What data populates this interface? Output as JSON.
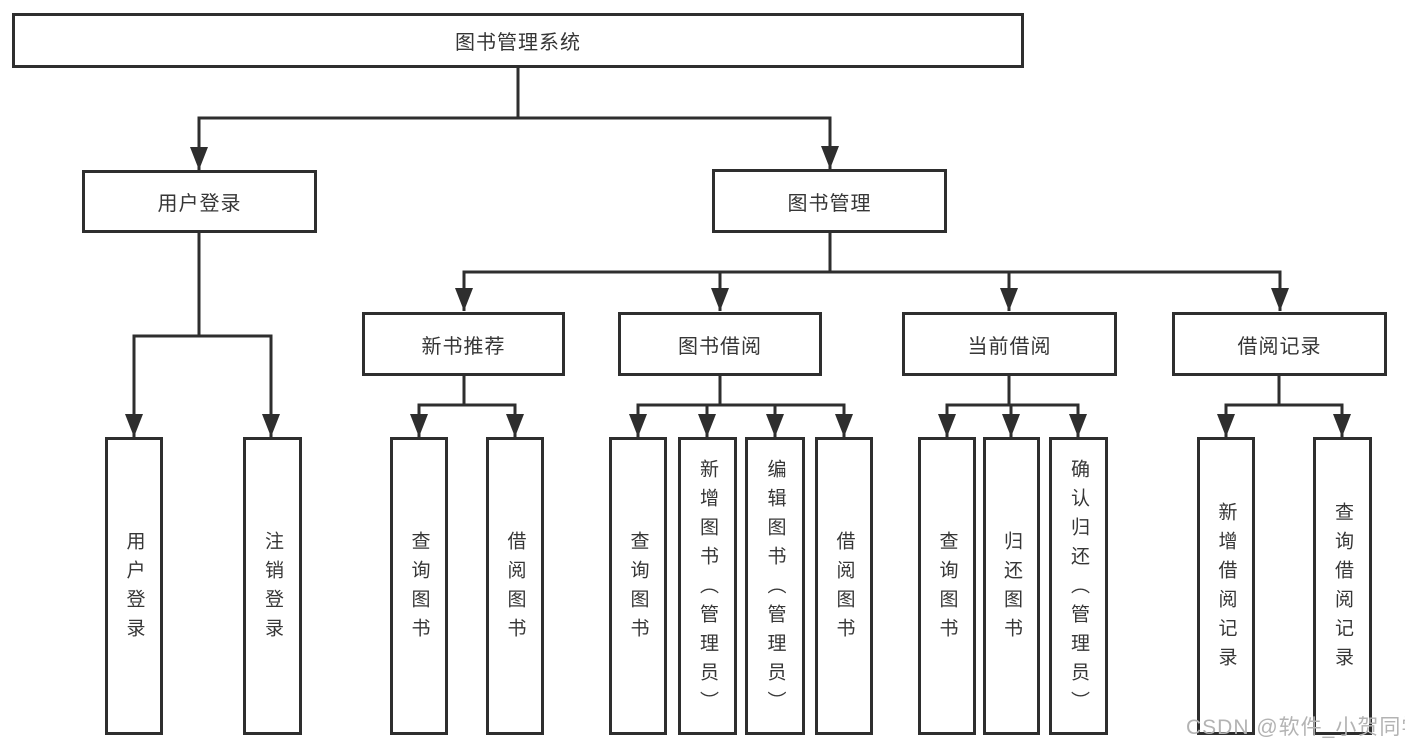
{
  "diagram": {
    "type": "hierarchy-tree",
    "colors": {
      "background": "#ffffff",
      "box_border": "#2e2e2e",
      "connector_line": "#2e2e2e",
      "text": "#363636",
      "watermark_text": "#b3b3b3"
    },
    "tree": {
      "label": "图书管理系统",
      "children": [
        {
          "label": "用户登录",
          "children": [
            {
              "label": "用户登录"
            },
            {
              "label": "注销登录"
            }
          ]
        },
        {
          "label": "图书管理",
          "children": [
            {
              "label": "新书推荐",
              "children": [
                {
                  "label": "查询图书"
                },
                {
                  "label": "借阅图书"
                }
              ]
            },
            {
              "label": "图书借阅",
              "children": [
                {
                  "label": "查询图书"
                },
                {
                  "label": "新增图书（管理员）"
                },
                {
                  "label": "编辑图书（管理员）"
                },
                {
                  "label": "借阅图书"
                }
              ]
            },
            {
              "label": "当前借阅",
              "children": [
                {
                  "label": "查询图书"
                },
                {
                  "label": "归还图书"
                },
                {
                  "label": "确认归还（管理员）"
                }
              ]
            },
            {
              "label": "借阅记录",
              "children": [
                {
                  "label": "新增借阅记录"
                },
                {
                  "label": "查询借阅记录"
                }
              ]
            }
          ]
        }
      ]
    }
  },
  "watermark": {
    "text": "CSDN @软件_小贺同学"
  }
}
